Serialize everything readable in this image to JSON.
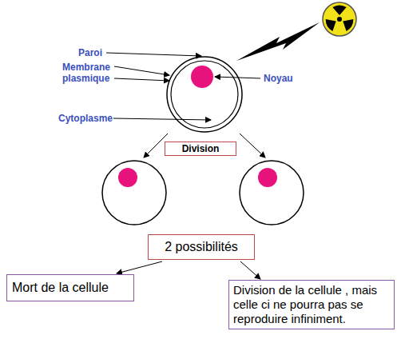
{
  "diagram": {
    "nodes": [
      {
        "text": [
          "Division"
        ]
      },
      {
        "text": [
          "2 possibilités"
        ]
      },
      {
        "text": [
          "Mort de la cellule"
        ]
      },
      {
        "text": [
          "Division de la cellule , mais celle ci ne pourra pas se reproduire infiniment."
        ]
      }
    ],
    "edges": [
      {
        "from": 1,
        "to": 2,
        "arrow": "to"
      },
      {
        "from": 1,
        "to": 3,
        "arrow": "to"
      }
    ],
    "labels": [
      "Paroi",
      "Membrane plasmique",
      "Noyau",
      "Cytoplasme"
    ]
  }
}
